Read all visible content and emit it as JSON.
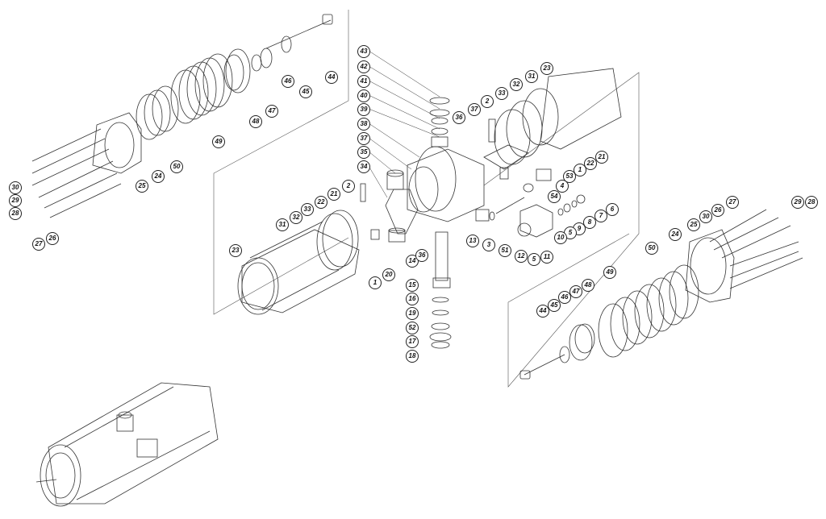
{
  "title": "Pneumatic actuator exploded view",
  "callouts": [
    "43",
    "42",
    "41",
    "40",
    "39",
    "38",
    "37",
    "35",
    "34",
    "2",
    "21",
    "22",
    "33",
    "32",
    "31",
    "23",
    "1",
    "20",
    "14",
    "36",
    "36",
    "37",
    "2",
    "33",
    "32",
    "31",
    "23",
    "21",
    "22",
    "1",
    "53",
    "4",
    "54",
    "6",
    "7",
    "8",
    "9",
    "5",
    "10",
    "11",
    "5",
    "12",
    "51",
    "3",
    "13",
    "15",
    "16",
    "19",
    "52",
    "17",
    "18",
    "44",
    "45",
    "46",
    "47",
    "48",
    "49",
    "50",
    "24",
    "25",
    "30",
    "29",
    "28",
    "27",
    "26",
    "27",
    "26",
    "30",
    "29",
    "28",
    "24",
    "25",
    "50",
    "49",
    "48",
    "47",
    "46",
    "45",
    "44"
  ],
  "line_color": "#333333"
}
